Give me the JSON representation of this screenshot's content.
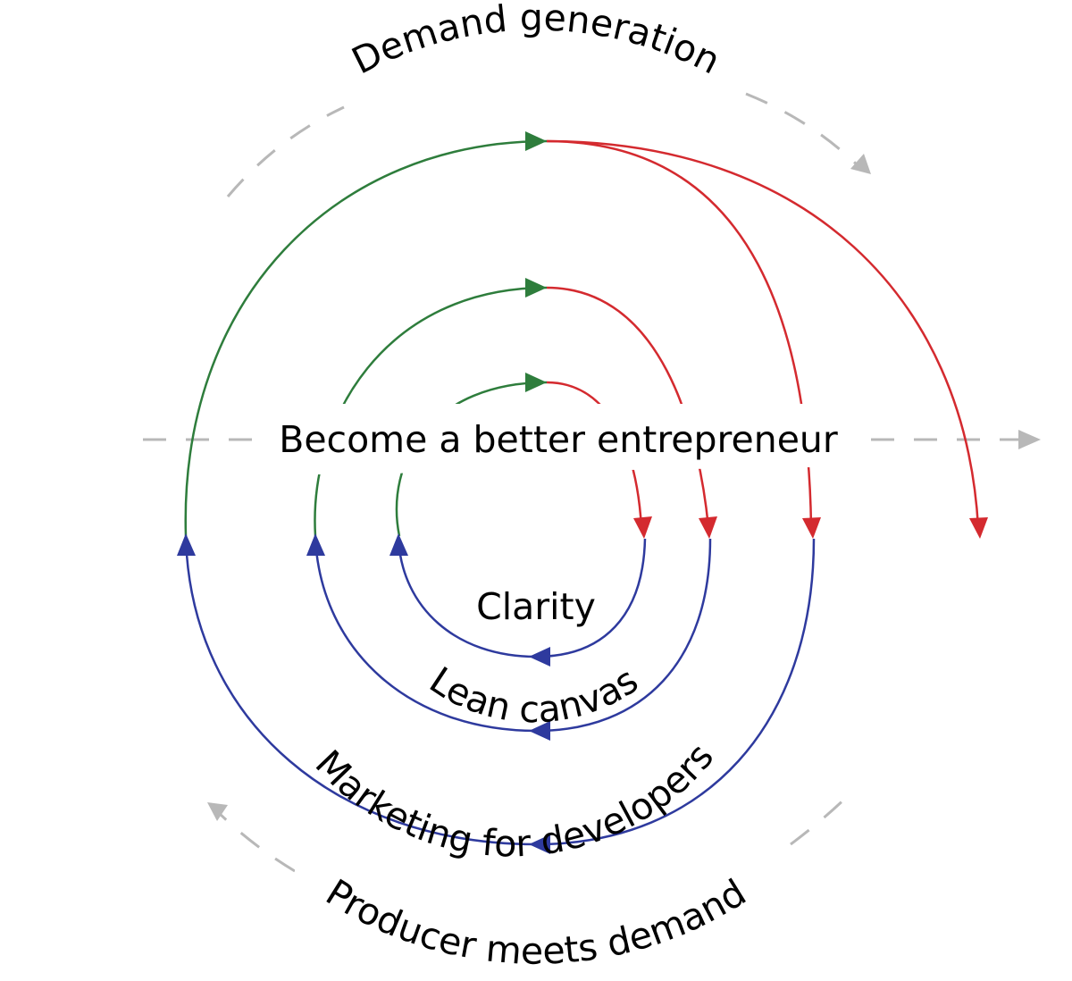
{
  "diagram": {
    "center_text": "Become a better entrepreneur",
    "rings": [
      {
        "label": "Clarity"
      },
      {
        "label": "Lean canvas"
      },
      {
        "label": "Marketing for developers"
      }
    ],
    "outer_top": "Demand generation",
    "outer_bottom": "Producer meets demand",
    "colors": {
      "green": "#2e7d3c",
      "red": "#d42a2f",
      "blue": "#2e3a9e",
      "dashed": "#b8b8b8"
    }
  }
}
